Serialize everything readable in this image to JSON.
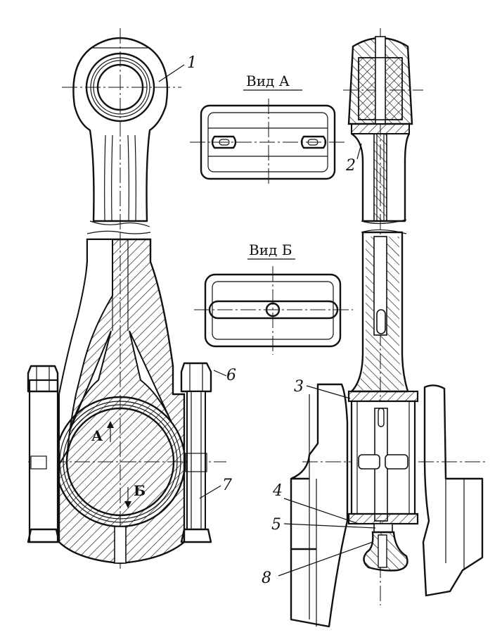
{
  "views": {
    "view_a": "Вид А",
    "view_b": "Вид Б"
  },
  "arrows": {
    "a": "А",
    "b": "Б"
  },
  "labels": [
    "1",
    "2",
    "3",
    "4",
    "5",
    "6",
    "7",
    "8"
  ]
}
